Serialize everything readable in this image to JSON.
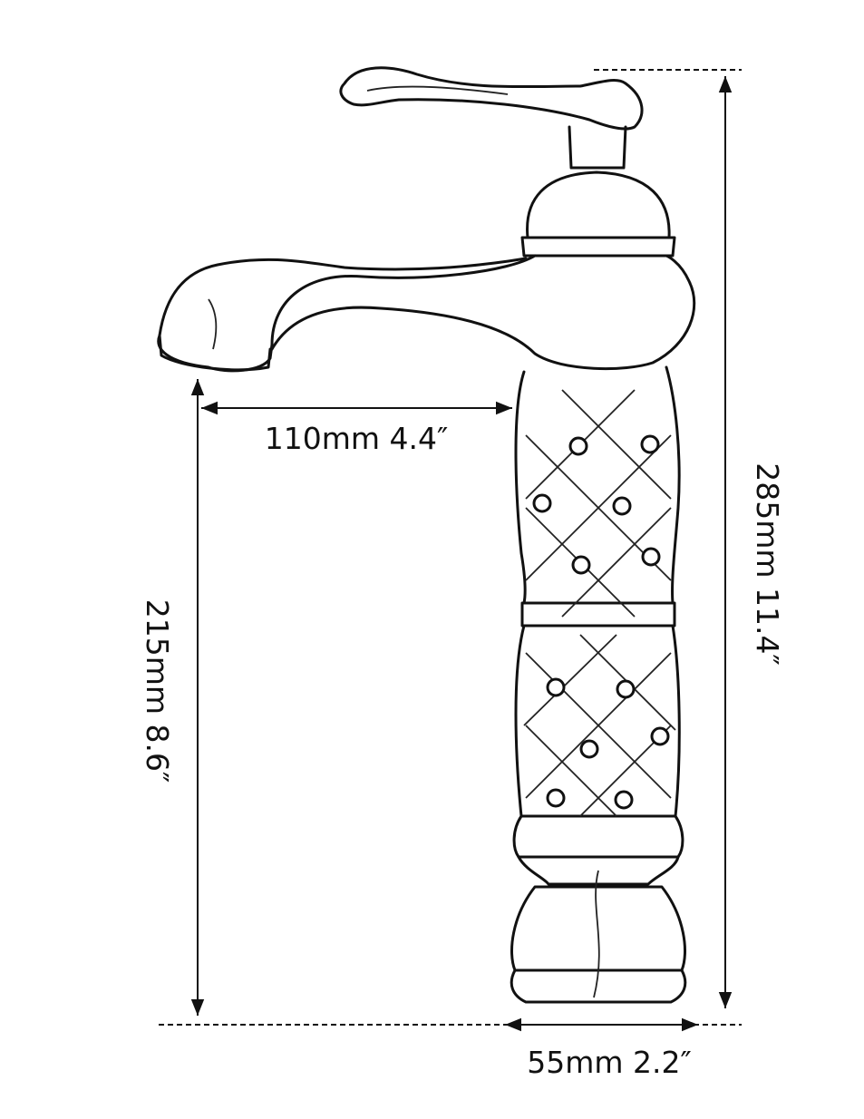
{
  "diagram": {
    "subject": "faucet-dimensions",
    "dimensions": {
      "spout_reach": "110mm 4.4″",
      "total_height": "285mm 11.4″",
      "spout_height": "215mm 8.6″",
      "base_diameter": "55mm 2.2″"
    }
  }
}
